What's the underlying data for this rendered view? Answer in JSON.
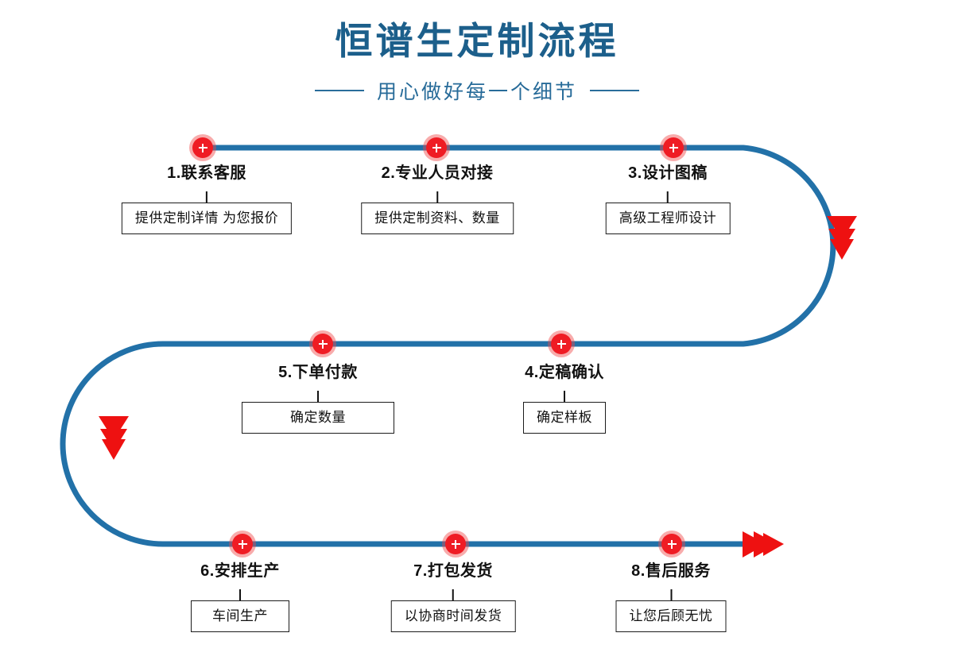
{
  "header": {
    "title": "恒谱生定制流程",
    "subtitle": "用心做好每一个细节"
  },
  "colors": {
    "title_blue": "#1c5f8b",
    "line_blue": "#2271a8",
    "marker_red": "#ef1c24",
    "arrow_red": "#ee1111",
    "box_border": "#1c1c1c",
    "background": "#ffffff"
  },
  "flow": {
    "direction_note": "row1 left-to-right, U-turn right, row2 right-to-left, U-turn left, row3 left-to-right",
    "arrows": [
      {
        "name": "right-turn-arrow",
        "glyph": "triple-chevron-down"
      },
      {
        "name": "left-turn-arrow",
        "glyph": "triple-chevron-down"
      },
      {
        "name": "end-arrow",
        "glyph": "triple-chevron-right"
      }
    ]
  },
  "steps": [
    {
      "label": "1.联系客服",
      "box": "提供定制详情 为您报价",
      "marker": "+"
    },
    {
      "label": "2.专业人员对接",
      "box": "提供定制资料、数量",
      "marker": "+"
    },
    {
      "label": "3.设计图稿",
      "box": "高级工程师设计",
      "marker": "+"
    },
    {
      "label": "4.定稿确认",
      "box": "确定样板",
      "marker": "+"
    },
    {
      "label": "5.下单付款",
      "box": "确定数量",
      "marker": "+"
    },
    {
      "label": "6.安排生产",
      "box": "车间生产",
      "marker": "+"
    },
    {
      "label": "7.打包发货",
      "box": "以协商时间发货",
      "marker": "+"
    },
    {
      "label": "8.售后服务",
      "box": "让您后顾无忧",
      "marker": "+"
    }
  ]
}
